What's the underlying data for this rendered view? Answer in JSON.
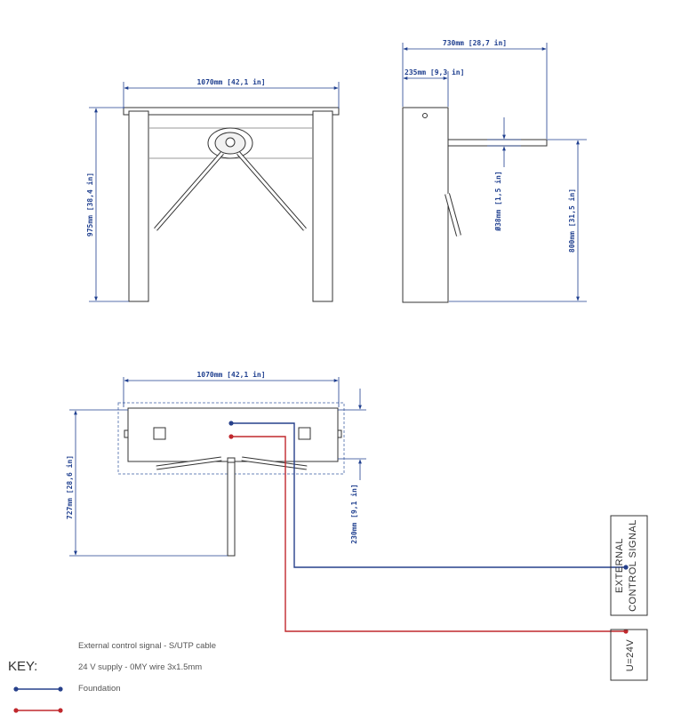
{
  "dimensions": {
    "front_width": "1070mm [42,1 in]",
    "front_height": "975mm [38,4 in]",
    "side_depth": "730mm [28,7 in]",
    "side_offset": "235mm [9,3 in]",
    "arm_diameter": "Ø38mm [1,5 in]",
    "arm_height": "800mm [31,5 in]",
    "top_width": "1070mm [42,1 in]",
    "top_depth": "727mm [28,6 in]",
    "foundation_depth": "230mm [9,1 in]"
  },
  "labels": {
    "external_line1": "EXTERNAL",
    "external_line2": "CONTROL SIGNAL",
    "power": "U=24V"
  },
  "key": {
    "title": "KEY:",
    "items": [
      "External control signal - S/UTP cable",
      "24 V supply - 0MY wire 3x1.5mm",
      "Foundation"
    ]
  },
  "colors": {
    "signal": "#27408b",
    "supply": "#c0282d",
    "dimension": "#1f3f8f",
    "outline": "#333333"
  }
}
